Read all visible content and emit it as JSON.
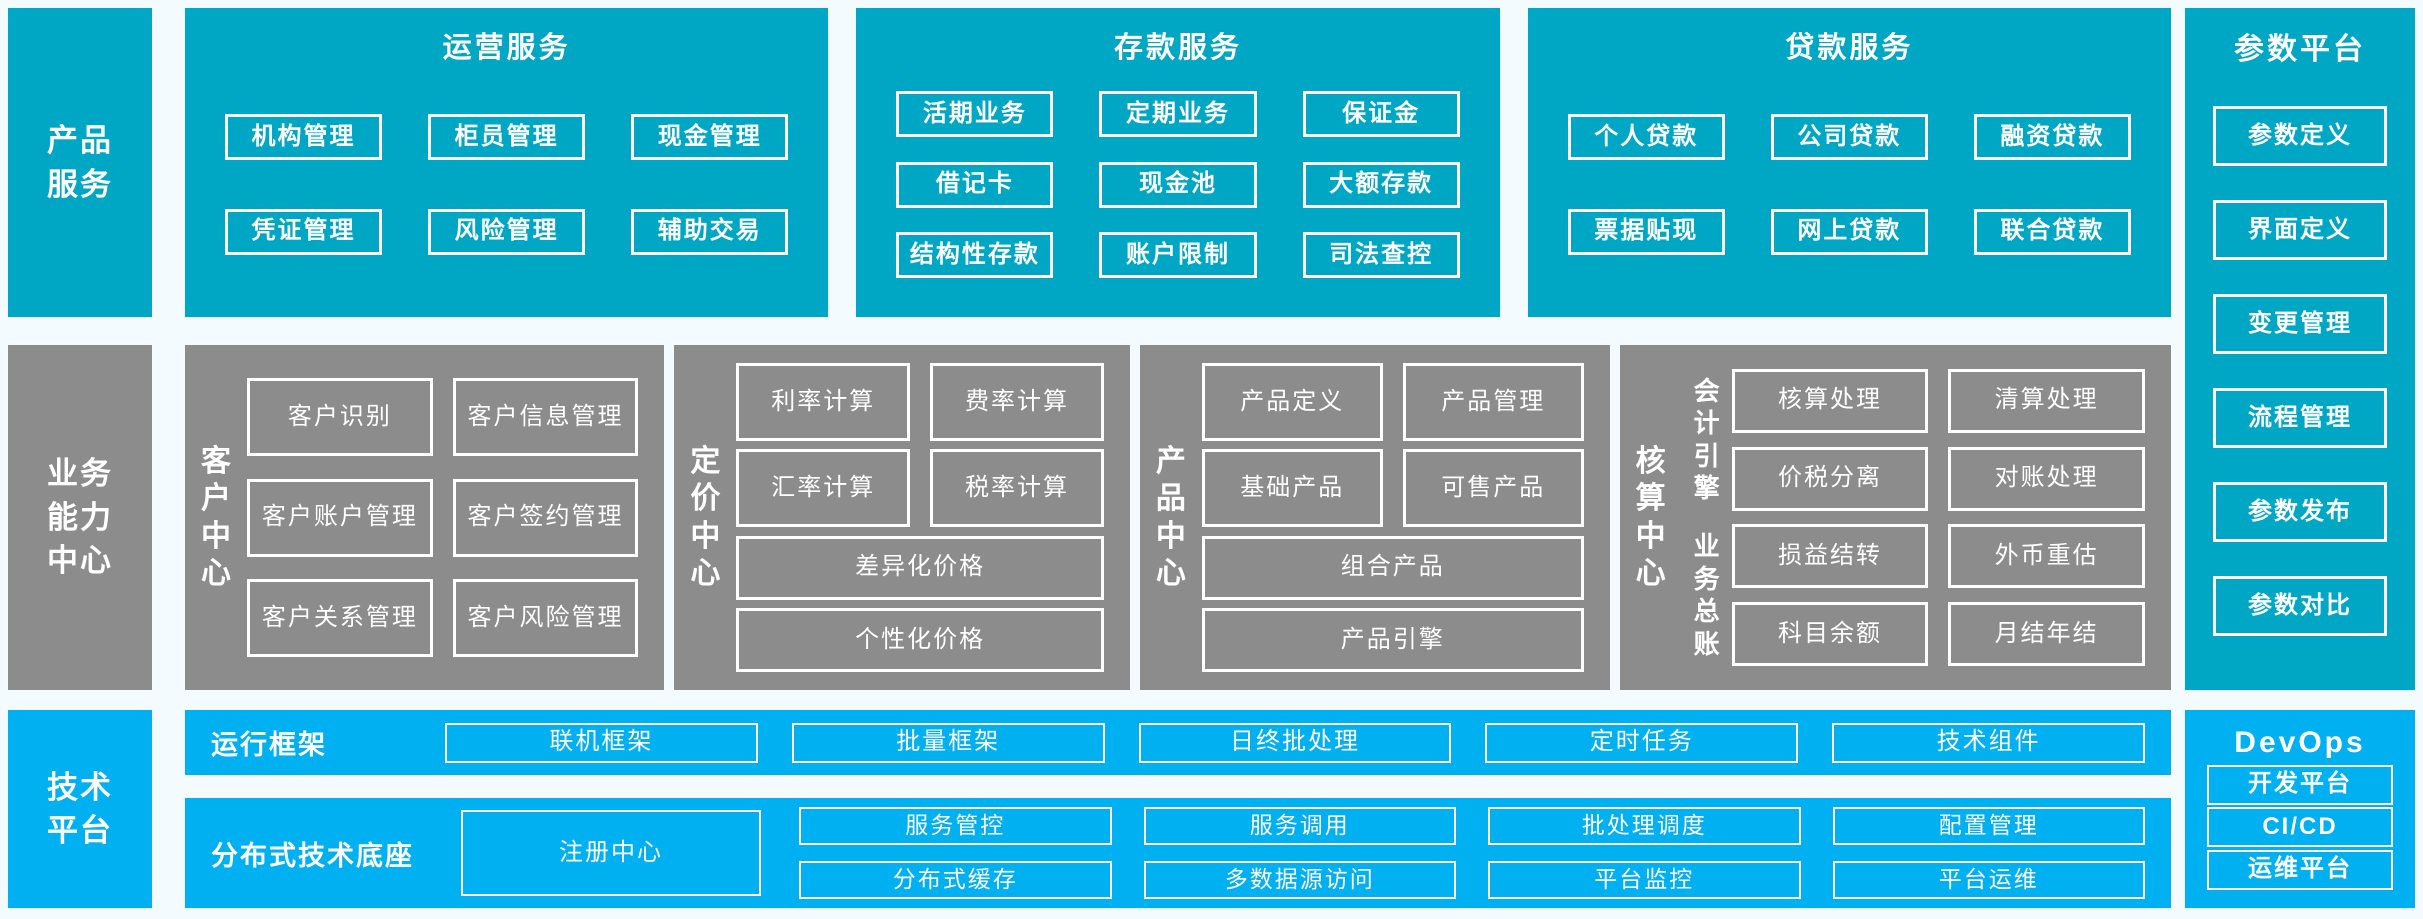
{
  "palette": {
    "teal": "#00A7C4",
    "gray": "#8C8C8C",
    "blue": "#00B0F0",
    "bg": "#F3FBFE",
    "border": "#FFFFFF",
    "text": "#FFFFFF"
  },
  "sidebar": {
    "product_services": "产品\n服务",
    "business_capability": "业务\n能力\n中心",
    "technology_platform": "技术\n平台"
  },
  "product_services": {
    "blocks": [
      {
        "title": "运营服务",
        "rows": [
          [
            "机构管理",
            "柜员管理",
            "现金管理"
          ],
          [
            "凭证管理",
            "风险管理",
            "辅助交易"
          ]
        ]
      },
      {
        "title": "存款服务",
        "rows": [
          [
            "活期业务",
            "定期业务",
            "保证金"
          ],
          [
            "借记卡",
            "现金池",
            "大额存款"
          ],
          [
            "结构性存款",
            "账户限制",
            "司法查控"
          ]
        ]
      },
      {
        "title": "贷款服务",
        "rows": [
          [
            "个人贷款",
            "公司贷款",
            "融资贷款"
          ],
          [
            "票据贴现",
            "网上贷款",
            "联合贷款"
          ]
        ]
      }
    ]
  },
  "param_platform": {
    "title": "参数平台",
    "items": [
      "参数定义",
      "界面定义",
      "变更管理",
      "流程管理",
      "参数发布",
      "参数对比"
    ]
  },
  "centers": [
    {
      "label": "客\n户\n中\n心",
      "rows": [
        [
          "客户识别",
          "客户信息管理"
        ],
        [
          "客户账户管理",
          "客户签约管理"
        ],
        [
          "客户关系管理",
          "客户风险管理"
        ]
      ]
    },
    {
      "label": "定\n价\n中\n心",
      "pairs": [
        [
          "利率计算",
          "费率计算"
        ],
        [
          "汇率计算",
          "税率计算"
        ]
      ],
      "full": [
        "差异化价格",
        "个性化价格"
      ]
    },
    {
      "label": "产\n品\n中\n心",
      "pairs": [
        [
          "产品定义",
          "产品管理"
        ],
        [
          "基础产品",
          "可售产品"
        ]
      ],
      "full": [
        "组合产品",
        "产品引擎"
      ]
    },
    {
      "label": "核\n算\n中\n心",
      "groups": [
        {
          "label": "会\n计\n引\n擎",
          "rows": [
            [
              "核算处理",
              "清算处理"
            ],
            [
              "价税分离",
              "对账处理"
            ]
          ]
        },
        {
          "label": "业\n务\n总\n账",
          "rows": [
            [
              "损益结转",
              "外币重估"
            ],
            [
              "科目余额",
              "月结年结"
            ]
          ]
        }
      ]
    }
  ],
  "tech_platform": {
    "runtime": {
      "label": "运行框架",
      "items": [
        "联机框架",
        "批量框架",
        "日终批处理",
        "定时任务",
        "技术组件"
      ]
    },
    "distributed": {
      "label": "分布式技术底座",
      "registry": "注册中心",
      "grid": [
        [
          "服务管控",
          "服务调用",
          "批处理调度",
          "配置管理"
        ],
        [
          "分布式缓存",
          "多数据源访问",
          "平台监控",
          "平台运维"
        ]
      ]
    }
  },
  "devops": {
    "title": "DevOps",
    "items": [
      "开发平台",
      "CI/CD",
      "运维平台"
    ]
  }
}
